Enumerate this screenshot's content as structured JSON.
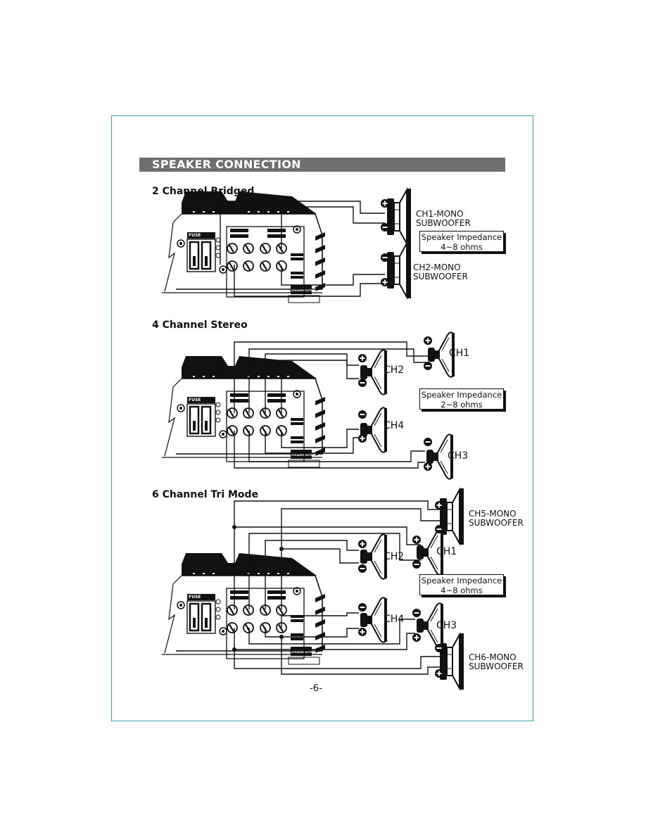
{
  "page": {
    "title": "SPEAKER CONNECTION",
    "page_number": "-6-"
  },
  "amp_labels": {
    "fuse": "FUSE",
    "speaker_output": "SPEAKER OUTPUT"
  },
  "sections": [
    {
      "heading": "2 Channel Bridged",
      "speakers": [
        {
          "label_line1": "CH1-MONO",
          "label_line2": "SUBWOOFER"
        },
        {
          "label_line1": "CH2-MONO",
          "label_line2": "SUBWOOFER"
        }
      ],
      "impedance": {
        "line1": "Speaker Impedance",
        "line2": "4~8 ohms"
      }
    },
    {
      "heading": "4 Channel Stereo",
      "speakers": [
        {
          "label": "CH1"
        },
        {
          "label": "CH2"
        },
        {
          "label": "CH4"
        },
        {
          "label": "CH3"
        }
      ],
      "impedance": {
        "line1": "Speaker Impedance",
        "line2": "2~8 ohms"
      }
    },
    {
      "heading": "6 Channel Tri Mode",
      "speakers": [
        {
          "label_line1": "CH5-MONO",
          "label_line2": "SUBWOOFER"
        },
        {
          "label": "CH1"
        },
        {
          "label": "CH2"
        },
        {
          "label": "CH4"
        },
        {
          "label": "CH3"
        },
        {
          "label_line1": "CH6-MONO",
          "label_line2": "SUBWOOFER"
        }
      ],
      "impedance": {
        "line1": "Speaker Impedance",
        "line2": "4~8 ohms"
      }
    }
  ]
}
